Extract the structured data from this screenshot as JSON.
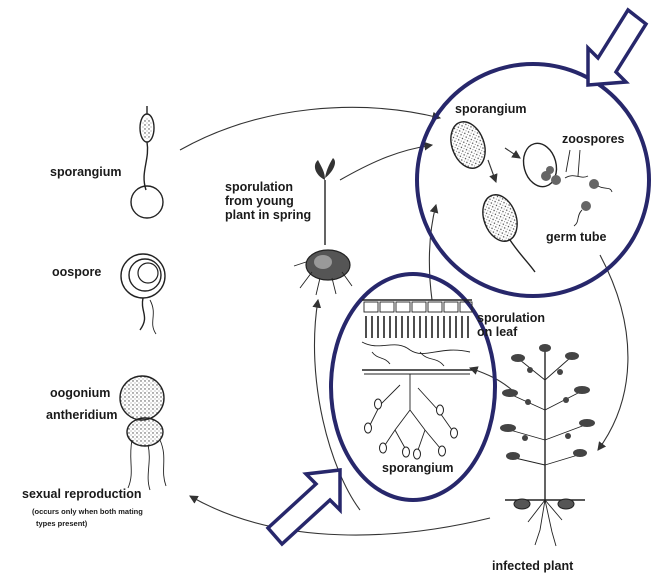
{
  "labels": {
    "sporangium_left": "sporangium",
    "oospore": "oospore",
    "oogonium": "oogonium",
    "antheridium": "antheridium",
    "sexual_reproduction": "sexual reproduction",
    "mating_note_1": "(occurs only when both mating",
    "mating_note_2": "types present)",
    "sporulation_young_1": "sporulation",
    "sporulation_young_2": "from young",
    "sporulation_young_3": "plant in spring",
    "sporangium_top": "sporangium",
    "zoospores": "zoospores",
    "germ_tube": "germ tube",
    "sporulation_leaf_1": "sporulation",
    "sporulation_leaf_2": "on leaf",
    "sporangium_mid": "sporangium",
    "infected_plant": "infected plant"
  },
  "colors": {
    "highlight": "#27276b",
    "ink": "#222222"
  }
}
